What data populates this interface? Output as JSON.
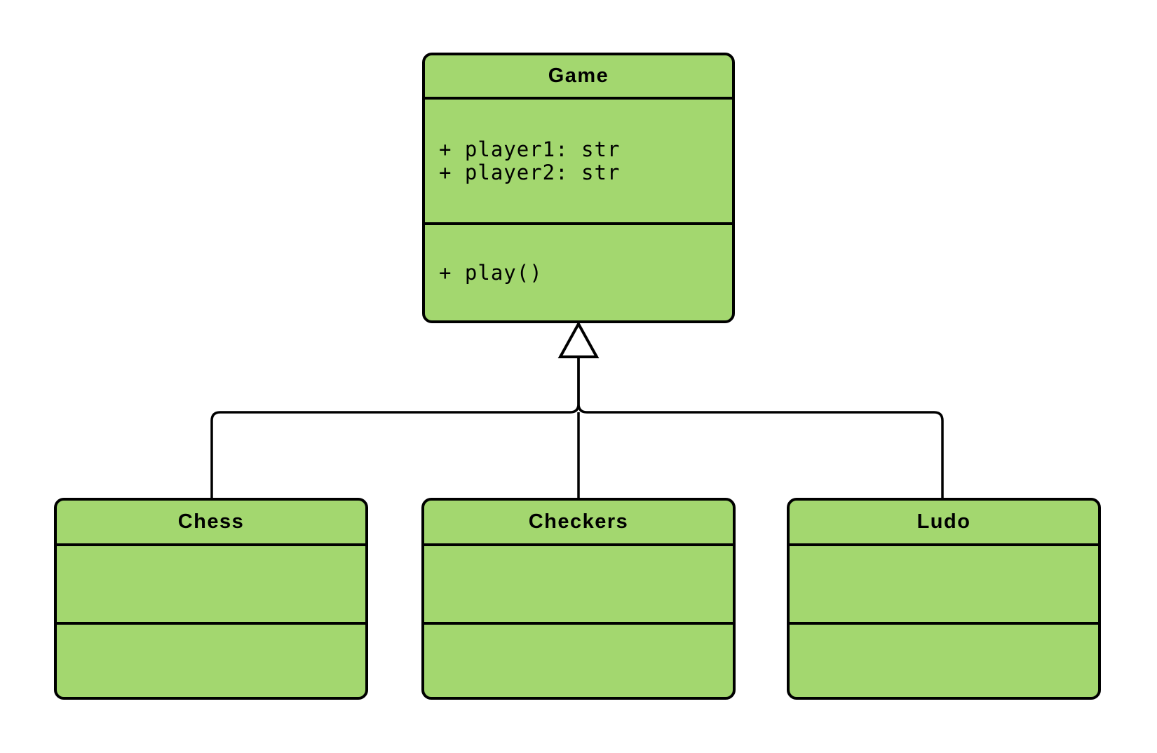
{
  "diagram": {
    "type": "uml-class-diagram",
    "background_color": "#ffffff",
    "node_fill_color": "#a3d76f",
    "node_border_color": "#000000",
    "classes": {
      "game": {
        "name": "Game",
        "attributes": [
          "+ player1: str",
          "+ player2: str"
        ],
        "methods": [
          "+ play()"
        ]
      },
      "chess": {
        "name": "Chess",
        "attributes": [],
        "methods": []
      },
      "checkers": {
        "name": "Checkers",
        "attributes": [],
        "methods": []
      },
      "ludo": {
        "name": "Ludo",
        "attributes": [],
        "methods": []
      }
    },
    "relations": [
      {
        "from": "Chess",
        "to": "Game",
        "type": "inheritance"
      },
      {
        "from": "Checkers",
        "to": "Game",
        "type": "inheritance"
      },
      {
        "from": "Ludo",
        "to": "Game",
        "type": "inheritance"
      }
    ]
  }
}
